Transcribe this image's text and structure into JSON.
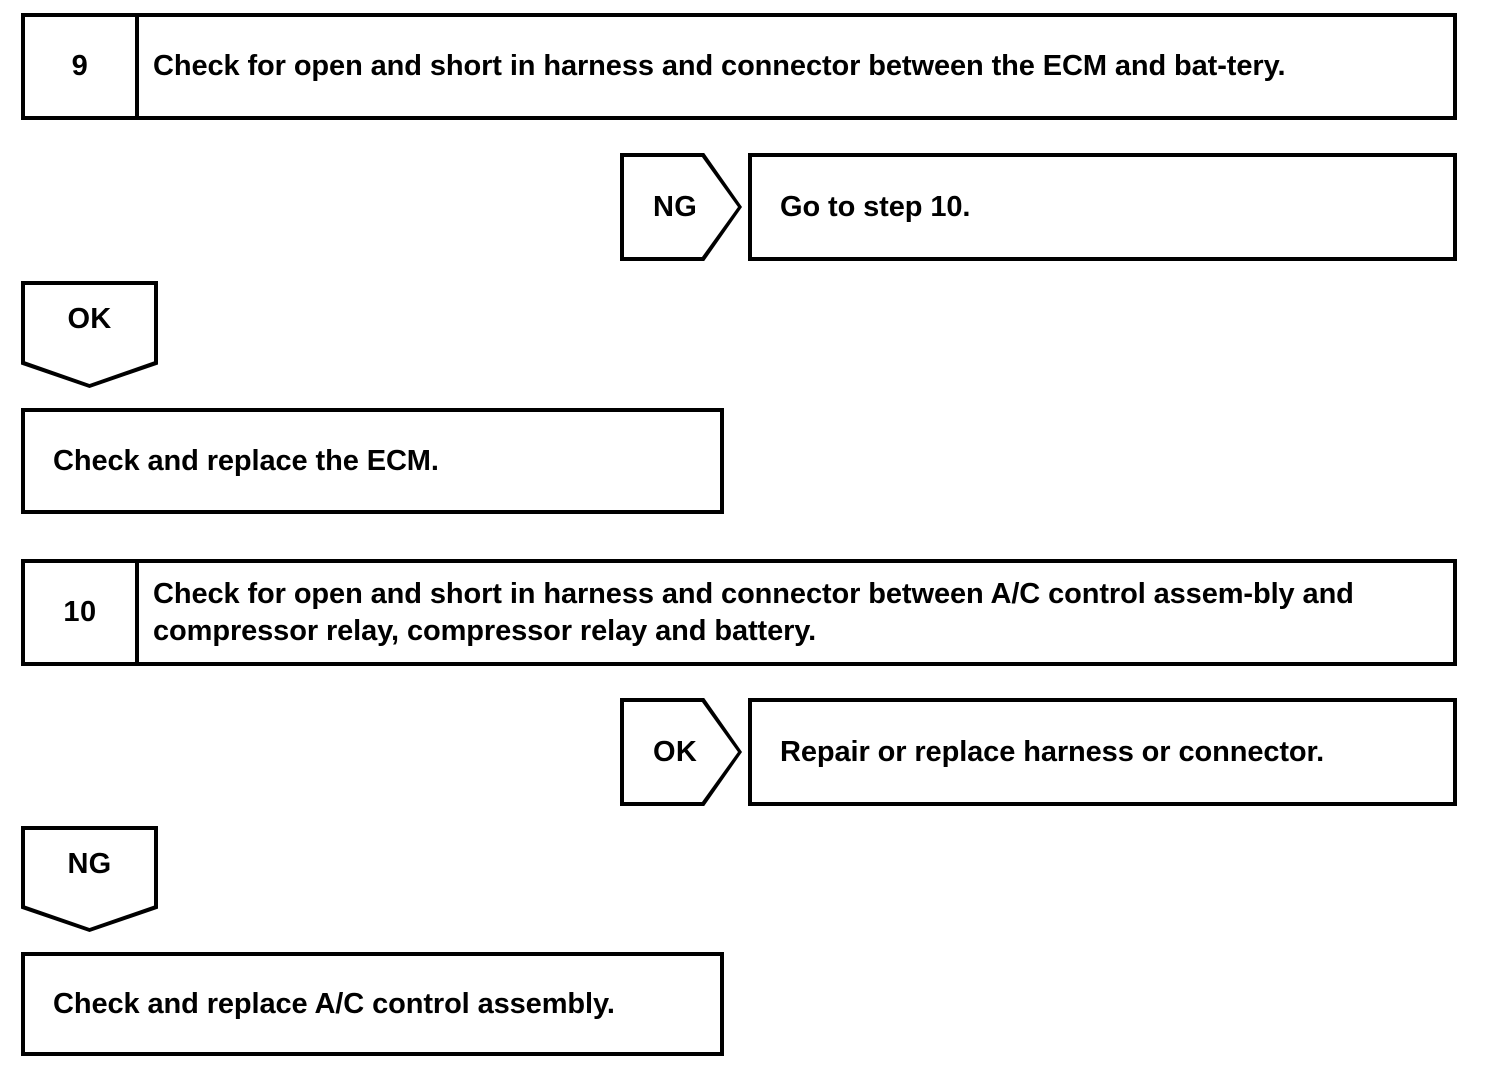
{
  "document": {
    "type": "diagnostic-flowchart",
    "colors": {
      "ink": "#000000",
      "background": "#ffffff"
    }
  },
  "steps": [
    {
      "number": "9",
      "text": "Check for open and short in harness and connector between the ECM and bat-tery."
    },
    {
      "number": "10",
      "text": "Check for open and short in harness and connector between A/C control assem-bly and compressor relay, compressor relay and battery."
    }
  ],
  "branches": {
    "step9_ng": {
      "label": "NG",
      "result": "Go to step 10."
    },
    "step9_ok": {
      "label": "OK",
      "result": "Check and replace the ECM."
    },
    "step10_ok": {
      "label": "OK",
      "result": "Repair or replace harness or connector."
    },
    "step10_ng": {
      "label": "NG",
      "result": "Check and replace A/C control assembly."
    }
  }
}
